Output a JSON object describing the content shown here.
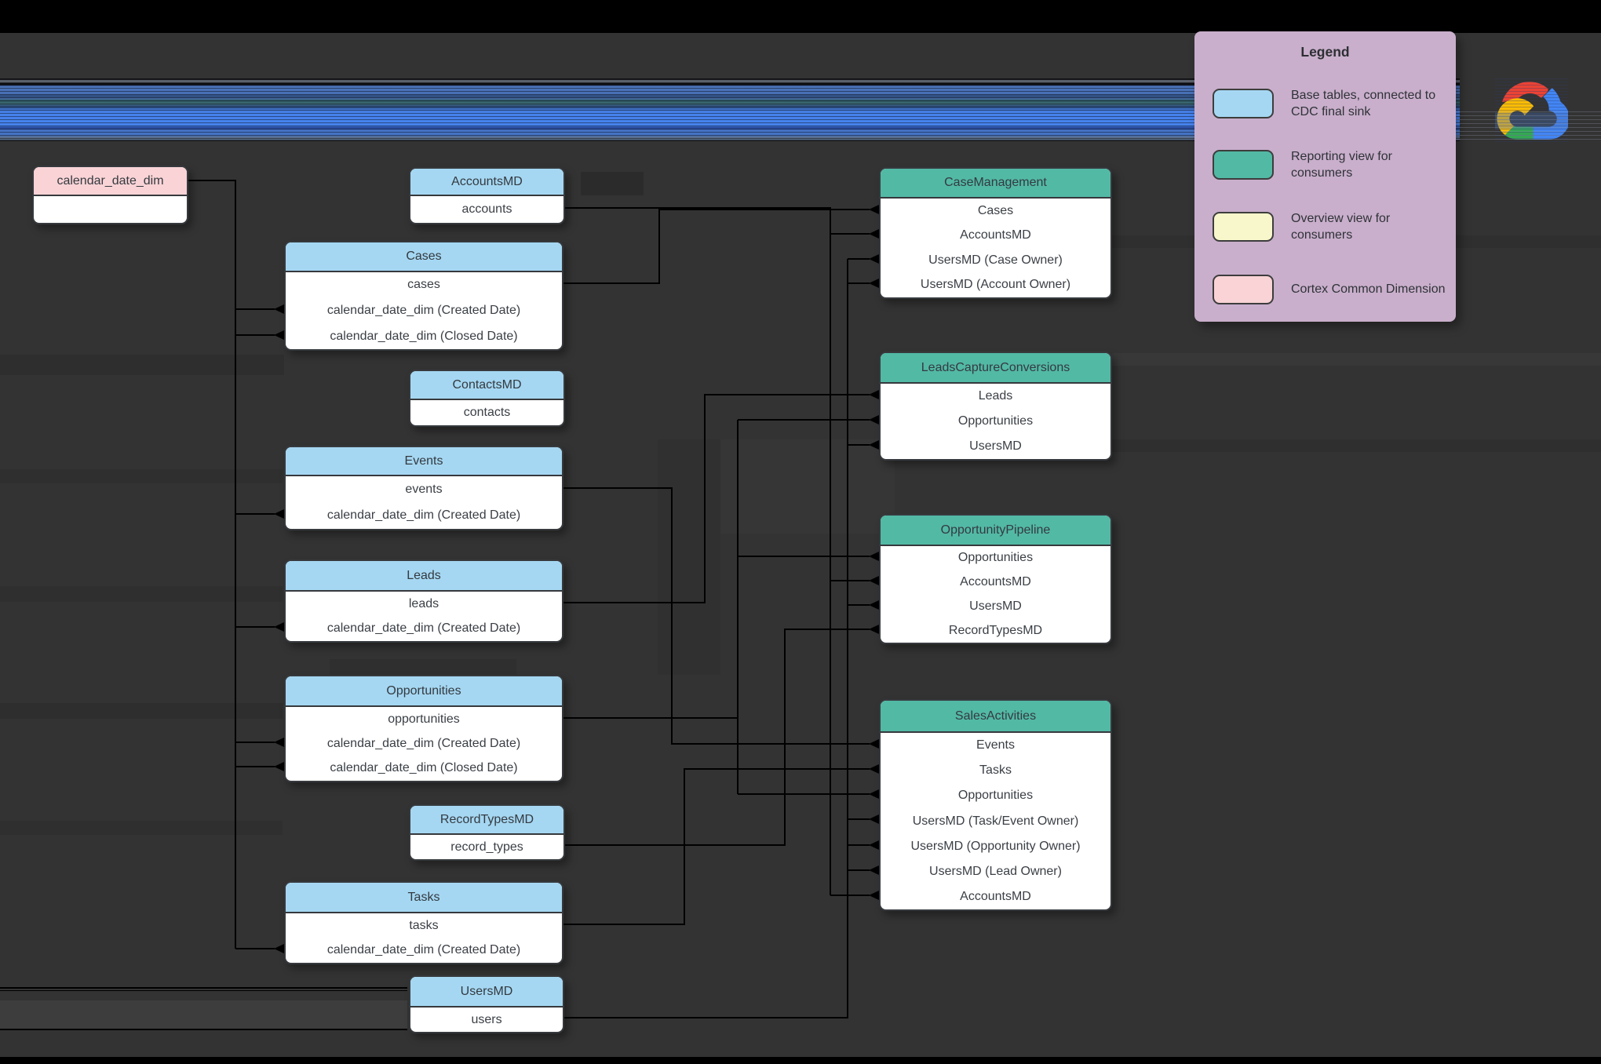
{
  "legend": {
    "title": "Legend",
    "items": [
      {
        "label": "Base tables, connected to CDC final sink",
        "color": "#a5d7f2"
      },
      {
        "label": "Reporting view for consumers",
        "color": "#52b9a5"
      },
      {
        "label": "Overview view for consumers",
        "color": "#f7f7cb"
      },
      {
        "label": "Cortex Common Dimension",
        "color": "#f9d3d6"
      }
    ]
  },
  "logo": {
    "name": "Google Cloud"
  },
  "colors": {
    "background": "#333333",
    "base_table_header": "#a5d7f2",
    "reporting_view_header": "#52b9a5",
    "overview_view_header": "#f7f7cb",
    "common_dimension_header": "#f9d3d6",
    "legend_background": "#c9afcc",
    "connector": "#000000"
  },
  "tables": [
    {
      "id": "calendar_date_dim",
      "type": "common",
      "title": "calendar_date_dim",
      "rows": [
        ""
      ]
    },
    {
      "id": "AccountsMD",
      "type": "base",
      "title": "AccountsMD",
      "rows": [
        "accounts"
      ]
    },
    {
      "id": "Cases",
      "type": "base",
      "title": "Cases",
      "rows": [
        "cases",
        "calendar_date_dim (Created Date)",
        "calendar_date_dim (Closed Date)"
      ]
    },
    {
      "id": "ContactsMD",
      "type": "base",
      "title": "ContactsMD",
      "rows": [
        "contacts"
      ]
    },
    {
      "id": "Events",
      "type": "base",
      "title": "Events",
      "rows": [
        "events",
        "calendar_date_dim (Created Date)"
      ]
    },
    {
      "id": "Leads",
      "type": "base",
      "title": "Leads",
      "rows": [
        "leads",
        "calendar_date_dim (Created Date)"
      ]
    },
    {
      "id": "Opportunities",
      "type": "base",
      "title": "Opportunities",
      "rows": [
        "opportunities",
        "calendar_date_dim (Created Date)",
        "calendar_date_dim (Closed Date)"
      ]
    },
    {
      "id": "RecordTypesMD",
      "type": "base",
      "title": "RecordTypesMD",
      "rows": [
        "record_types"
      ]
    },
    {
      "id": "Tasks",
      "type": "base",
      "title": "Tasks",
      "rows": [
        "tasks",
        "calendar_date_dim (Created Date)"
      ]
    },
    {
      "id": "UsersMD",
      "type": "base",
      "title": "UsersMD",
      "rows": [
        "users"
      ]
    },
    {
      "id": "CaseManagement",
      "type": "reporting",
      "title": "CaseManagement",
      "rows": [
        "Cases",
        "AccountsMD",
        "UsersMD (Case Owner)",
        "UsersMD (Account Owner)"
      ]
    },
    {
      "id": "LeadsCaptureConversions",
      "type": "reporting",
      "title": "LeadsCaptureConversions",
      "rows": [
        "Leads",
        "Opportunities",
        "UsersMD"
      ]
    },
    {
      "id": "OpportunityPipeline",
      "type": "reporting",
      "title": "OpportunityPipeline",
      "rows": [
        "Opportunities",
        "AccountsMD",
        "UsersMD",
        "RecordTypesMD"
      ]
    },
    {
      "id": "SalesActivities",
      "type": "reporting",
      "title": "SalesActivities",
      "rows": [
        "Events",
        "Tasks",
        "Opportunities",
        "UsersMD (Task/Event Owner)",
        "UsersMD (Opportunity Owner)",
        "UsersMD (Lead Owner)",
        "AccountsMD"
      ]
    }
  ],
  "connections": [
    {
      "from": "Cases.calendar_date_dim (Created Date)",
      "to": "calendar_date_dim"
    },
    {
      "from": "Cases.calendar_date_dim (Closed Date)",
      "to": "calendar_date_dim"
    },
    {
      "from": "Events.calendar_date_dim (Created Date)",
      "to": "calendar_date_dim"
    },
    {
      "from": "Leads.calendar_date_dim (Created Date)",
      "to": "calendar_date_dim"
    },
    {
      "from": "Opportunities.calendar_date_dim (Created Date)",
      "to": "calendar_date_dim"
    },
    {
      "from": "Opportunities.calendar_date_dim (Closed Date)",
      "to": "calendar_date_dim"
    },
    {
      "from": "Tasks.calendar_date_dim (Created Date)",
      "to": "calendar_date_dim"
    },
    {
      "from": "CaseManagement.Cases",
      "to": "Cases"
    },
    {
      "from": "CaseManagement.AccountsMD",
      "to": "AccountsMD"
    },
    {
      "from": "CaseManagement.UsersMD (Case Owner)",
      "to": "UsersMD"
    },
    {
      "from": "CaseManagement.UsersMD (Account Owner)",
      "to": "UsersMD"
    },
    {
      "from": "LeadsCaptureConversions.Leads",
      "to": "Leads"
    },
    {
      "from": "LeadsCaptureConversions.Opportunities",
      "to": "Opportunities"
    },
    {
      "from": "LeadsCaptureConversions.UsersMD",
      "to": "UsersMD"
    },
    {
      "from": "OpportunityPipeline.Opportunities",
      "to": "Opportunities"
    },
    {
      "from": "OpportunityPipeline.AccountsMD",
      "to": "AccountsMD"
    },
    {
      "from": "OpportunityPipeline.UsersMD",
      "to": "UsersMD"
    },
    {
      "from": "OpportunityPipeline.RecordTypesMD",
      "to": "RecordTypesMD"
    },
    {
      "from": "SalesActivities.Events",
      "to": "Events"
    },
    {
      "from": "SalesActivities.Tasks",
      "to": "Tasks"
    },
    {
      "from": "SalesActivities.Opportunities",
      "to": "Opportunities"
    },
    {
      "from": "SalesActivities.UsersMD (Task/Event Owner)",
      "to": "UsersMD"
    },
    {
      "from": "SalesActivities.UsersMD (Opportunity Owner)",
      "to": "UsersMD"
    },
    {
      "from": "SalesActivities.UsersMD (Lead Owner)",
      "to": "UsersMD"
    },
    {
      "from": "SalesActivities.AccountsMD",
      "to": "AccountsMD"
    }
  ]
}
